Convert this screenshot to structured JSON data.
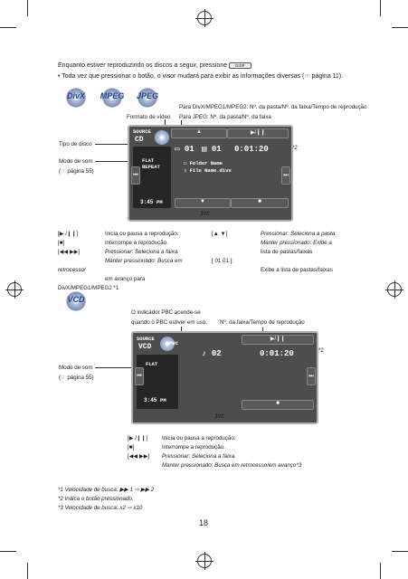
{
  "header": {
    "line1": "Enquanto estiver reproduzindo os discos a seguir, pressione",
    "disp_label": "DISP",
    "line2": "•  Toda vez que pressionar o botão, o visor mudará para exibir as informações diversas (☞ página 11)."
  },
  "top_discs": [
    "DivX",
    "MPEG",
    "JPEG"
  ],
  "top_labels": {
    "format": "Formato de vídeo",
    "divx_info": "Para DivX/MPEG1/MPEG2: Nº. da pasta/Nº. da faixa/Tempo de reprodução",
    "jpeg_info": "Para JPEG: Nº. da pasta/Nº. da faixa",
    "disc_type": "Tipo de disco",
    "sound_mode": "Modo de som",
    "sound_mode_ref": "(☞ página 55)",
    "note2": "*2"
  },
  "screen1": {
    "source": "SOURCE",
    "source_val": "CD",
    "folder": "01",
    "track": "01",
    "time": "0:01:20",
    "flat": "FLAT",
    "repeat": "REPEAT",
    "folder_name": "Folder Name",
    "file_name": "File Name.divx",
    "clock": "3:45",
    "pm": "PM",
    "brand": "JVC"
  },
  "legend1_left": [
    {
      "key": "[▶ /❙❙]",
      "text": "Inicia ou pausa a reprodução."
    },
    {
      "key": "[■]",
      "text": "Interrompe a reprodução."
    },
    {
      "key": "[◀◀ ▶▶]",
      "text": "Pressionar: Seleciona a faixa."
    },
    {
      "key": "",
      "text": "Manter pressionado: Busca em retrocesso/"
    },
    {
      "key": "",
      "text": "em avanço para DivX/MPEG1/MPEG2 *1"
    }
  ],
  "legend1_right": [
    {
      "key": "[▲ ▼]",
      "text": "Pressionar: Seleciona a pasta."
    },
    {
      "key": "",
      "text": "Manter pressionado: Exibe a"
    },
    {
      "key": "",
      "text": "lista de pastas/faixas"
    },
    {
      "key": "[ 01  01 ]:",
      "text": ""
    },
    {
      "key": "",
      "text": "Exibe a lista de pastas/faixas"
    }
  ],
  "vcd_label": "VCD",
  "vcd_labels": {
    "pbc": "O indicador PBC acende-se",
    "pbc2": "quando o PBC estiver em uso.",
    "track_info": "Nº. da faixa/Tempo de reprodução",
    "sound_mode": "Modo de som",
    "sound_mode_ref": "(☞ página 55)",
    "note2": "*2"
  },
  "screen2": {
    "source": "SOURCE",
    "source_val": "VCD",
    "pbc": "PBC",
    "track": "02",
    "time": "0:01:20",
    "flat": "FLAT",
    "clock": "3:45",
    "pm": "PM",
    "brand": "JVC"
  },
  "legend2": [
    {
      "key": "[▶ /❙❙]",
      "text": "Inicia ou pausa a reprodução."
    },
    {
      "key": "[■]",
      "text": "Interrompe a reprodução."
    },
    {
      "key": "[◀◀ ▶▶]",
      "text": "Pressionar: Seleciona a faixa."
    },
    {
      "key": "",
      "text": "Manter pressionado: Busca em retrocesso/em avanço*3"
    }
  ],
  "footnotes": [
    "*1  Velocidade de busca: ▶▶ 1 ⇨ ▶▶ 2",
    "*2  Indica o botão pressionado.",
    "*3  Velocidade de busca: x2 ⇨ x10"
  ],
  "page_number": "18"
}
